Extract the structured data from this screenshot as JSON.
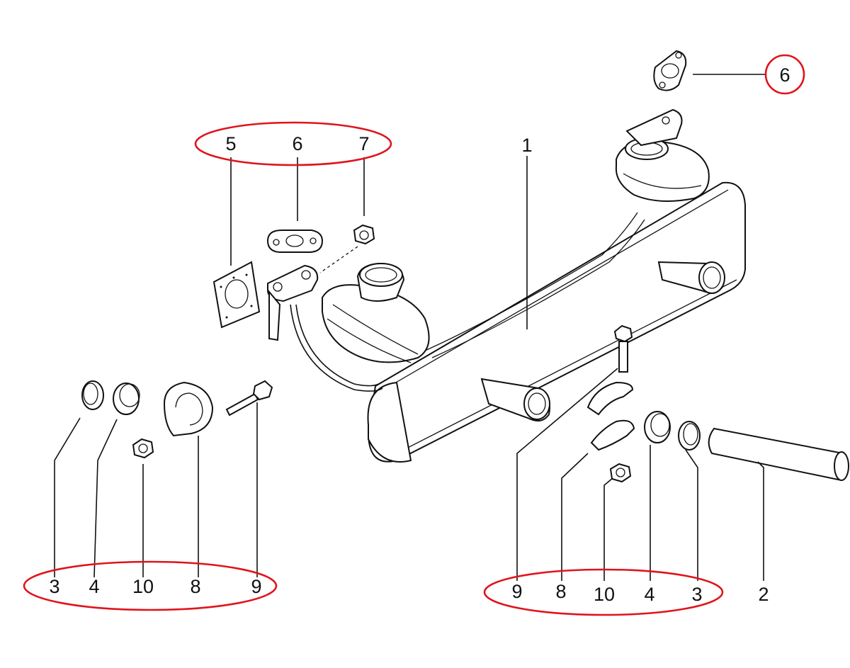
{
  "callouts": {
    "c1": "1",
    "c2": "2",
    "c6_circled": "6",
    "top_group": [
      "5",
      "6",
      "7"
    ],
    "left_group": [
      "3",
      "4",
      "10",
      "8",
      "9"
    ],
    "right_group": [
      "9",
      "8",
      "10",
      "4",
      "3"
    ]
  },
  "colors": {
    "highlight": "#e0141c",
    "ink": "#111111"
  }
}
